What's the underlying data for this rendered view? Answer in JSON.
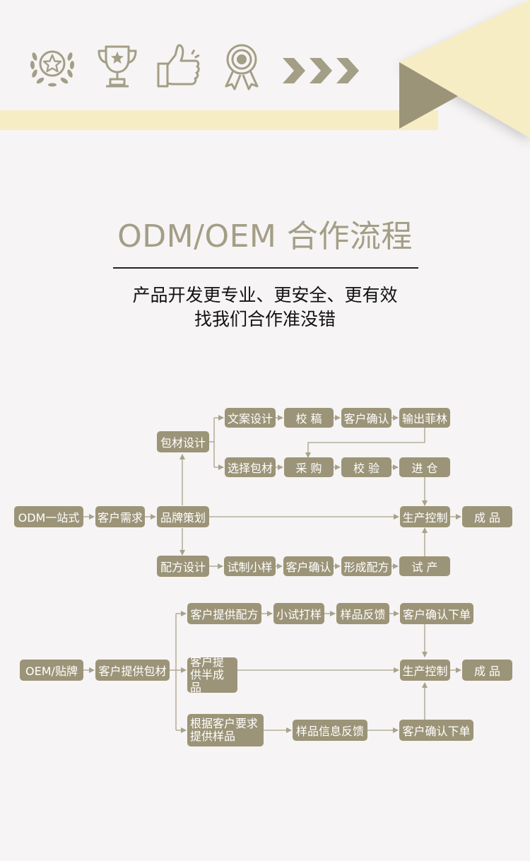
{
  "colors": {
    "accent": "#9c9478",
    "cream": "#f7edc4",
    "line": "#a8a28a",
    "text": "#111111"
  },
  "icons": [
    "laurel-star-icon",
    "trophy-icon",
    "thumbs-up-icon",
    "award-ribbon-icon",
    "chevrons-right-icon"
  ],
  "header": {
    "title": "ODM/OEM 合作流程",
    "subtitle_line1": "产品开发更专业、更安全、更有效",
    "subtitle_line2": "找我们合作准没错"
  },
  "odm_flow": {
    "start": "ODM一站式",
    "customer_need": "客户需求",
    "brand_plan": "品牌策划",
    "packaging_design": "包材设计",
    "copy_design": "文案设计",
    "proofread": "校 稿",
    "customer_confirm_1": "客户确认",
    "output_film": "输出菲林",
    "choose_packaging": "选择包材",
    "purchase": "采 购",
    "inspect": "校 验",
    "warehouse_in": "进 仓",
    "production_control": "生产控制",
    "finished_product": "成 品",
    "formula_design": "配方设计",
    "trial_sample": "试制小样",
    "customer_confirm_2": "客户确认",
    "form_formula": "形成配方",
    "trial_production": "试 产"
  },
  "oem_flow": {
    "start": "OEM/贴牌",
    "customer_packaging": "客户提供包材",
    "customer_formula": "客户提供配方",
    "small_trial": "小试打样",
    "sample_feedback": "样品反馈",
    "confirm_order_1": "客户确认下单",
    "customer_semi": "客户提供半成品",
    "production_control": "生产控制",
    "finished_product": "成 品",
    "by_request": "根据客户要求提供样品",
    "sample_info_feedback": "样品信息反馈",
    "confirm_order_2": "客户确认下单"
  }
}
